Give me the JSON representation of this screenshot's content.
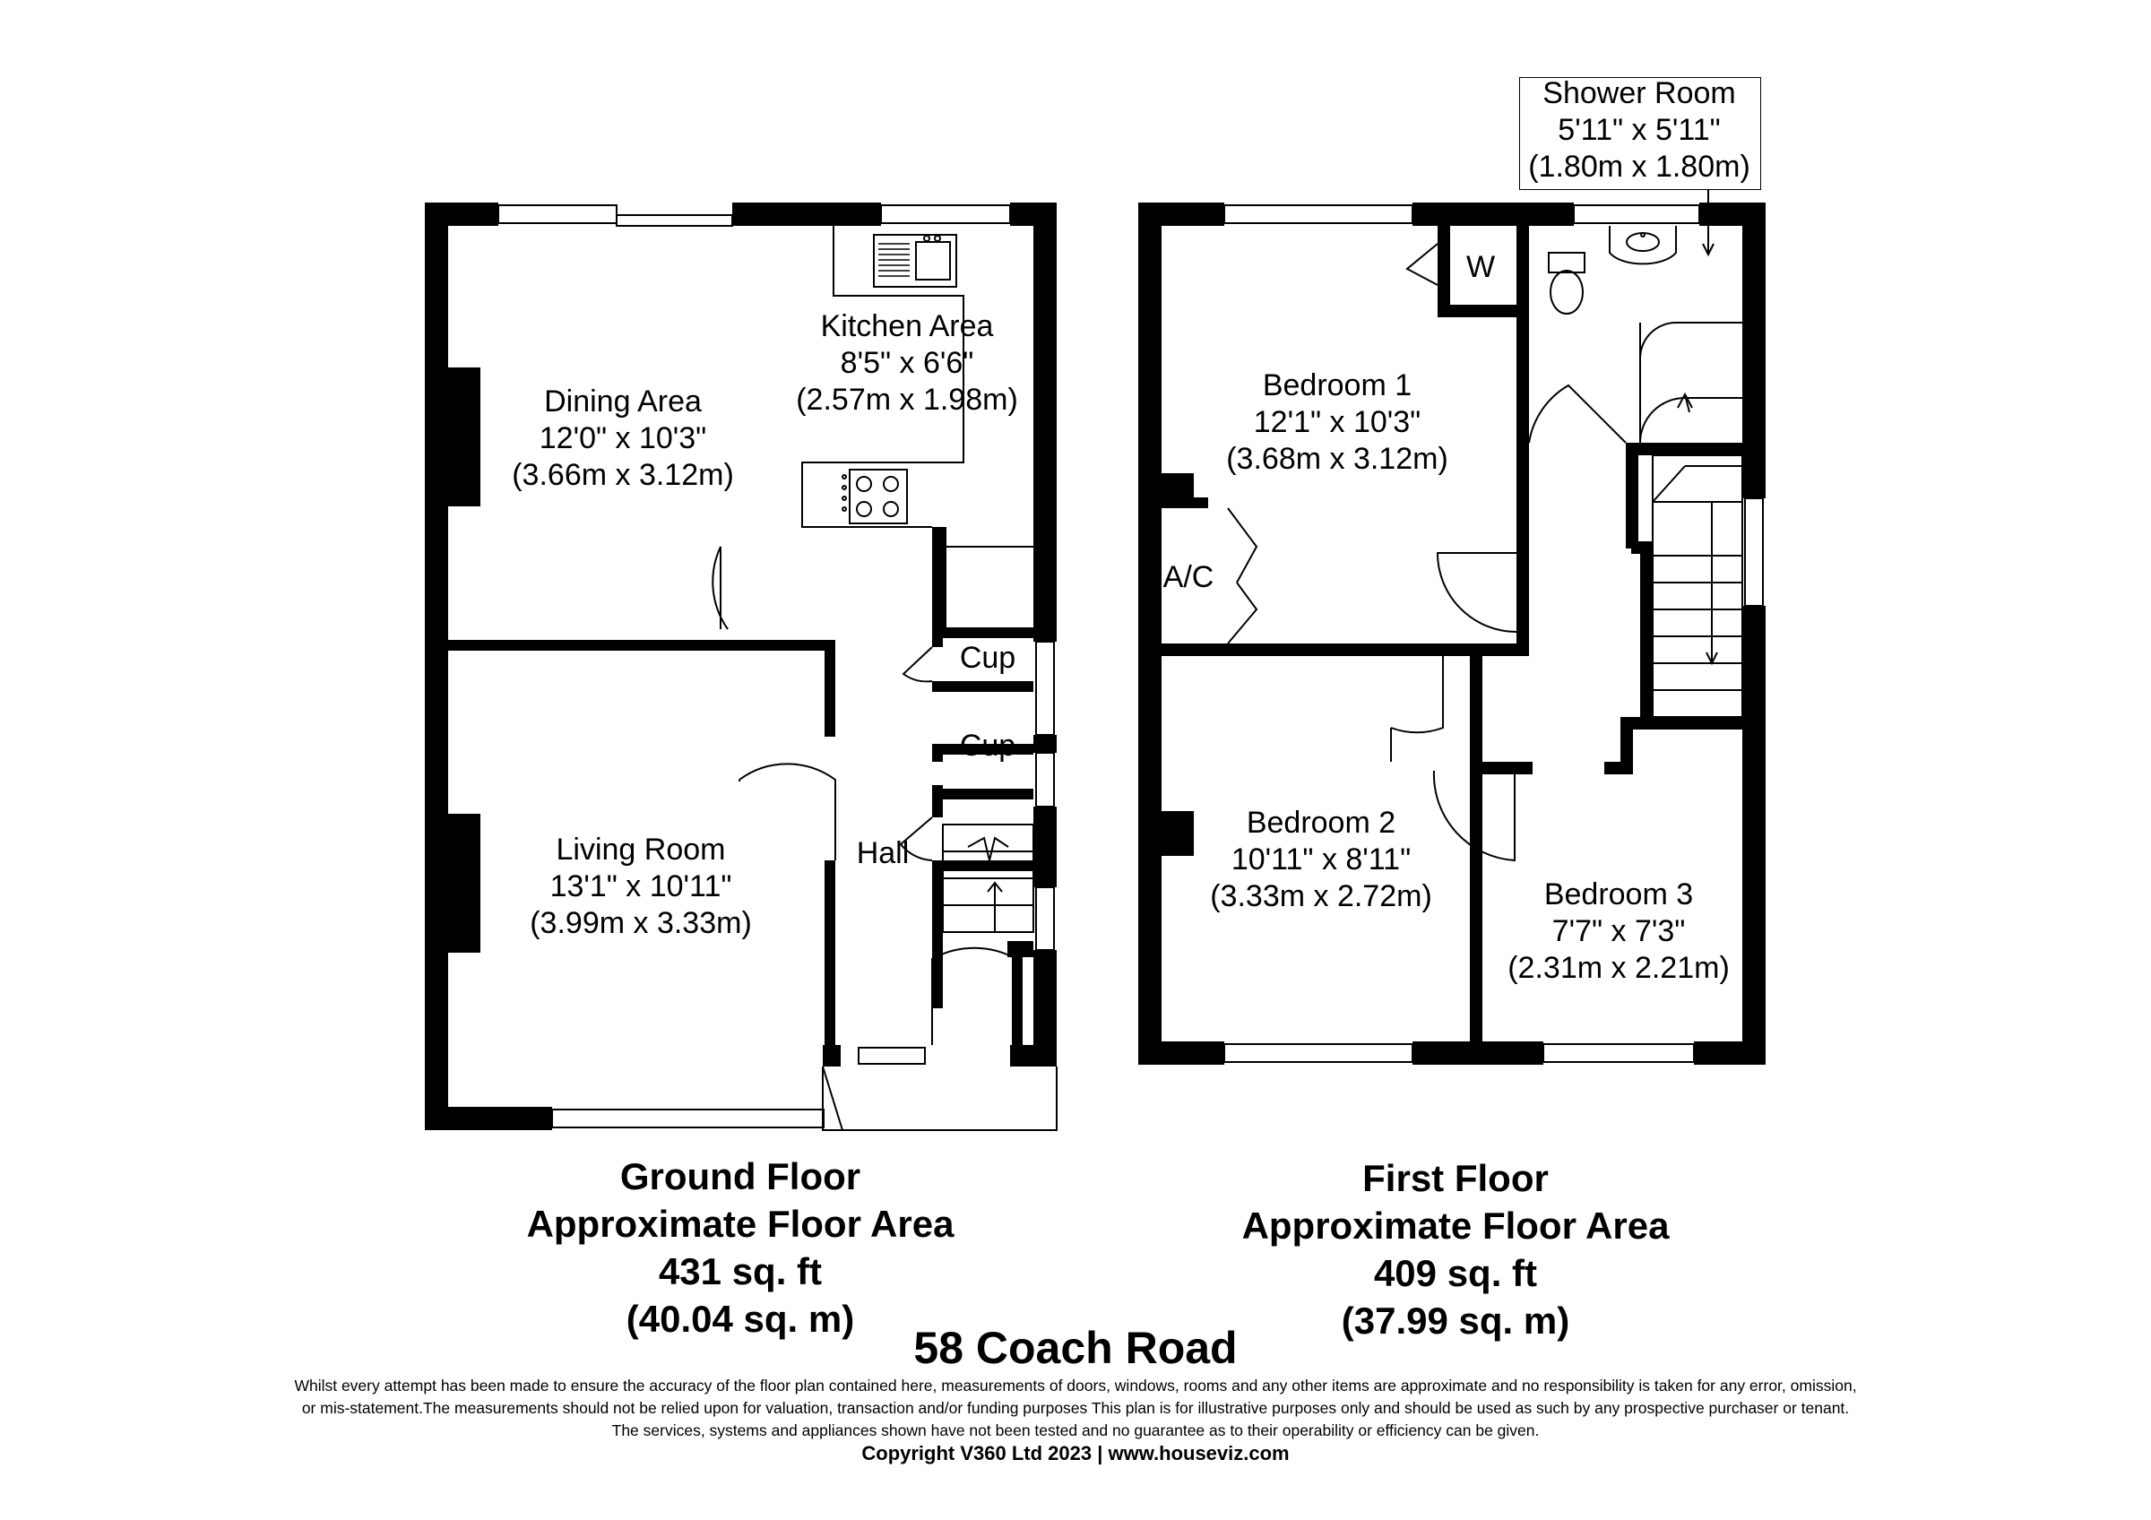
{
  "rooms": {
    "dining": {
      "name": "Dining Area",
      "imperial": "12'0\" x 10'3\"",
      "metric": "(3.66m x 3.12m)"
    },
    "kitchen": {
      "name": "Kitchen Area",
      "imperial": "8'5\" x 6'6\"",
      "metric": "(2.57m x 1.98m)"
    },
    "living": {
      "name": "Living Room",
      "imperial": "13'1\" x 10'11\"",
      "metric": "(3.99m x 3.33m)"
    },
    "hall": {
      "name": "Hall"
    },
    "cup1": {
      "name": "Cup"
    },
    "cup2": {
      "name": "Cup"
    },
    "bedroom1": {
      "name": "Bedroom 1",
      "imperial": "12'1\" x 10'3\"",
      "metric": "(3.68m x 3.12m)"
    },
    "bedroom2": {
      "name": "Bedroom 2",
      "imperial": "10'11\" x 8'11\"",
      "metric": "(3.33m x 2.72m)"
    },
    "bedroom3": {
      "name": "Bedroom 3",
      "imperial": "7'7\" x 7'3\"",
      "metric": "(2.31m x 2.21m)"
    },
    "shower": {
      "name": "Shower Room",
      "imperial": "5'11\" x 5'11\"",
      "metric": "(1.80m x 1.80m)"
    },
    "wardrobe": {
      "name": "W"
    },
    "airing": {
      "name": "A/C"
    }
  },
  "floors": {
    "ground": {
      "name": "Ground Floor",
      "label": "Approximate Floor Area",
      "sqft": "431 sq. ft",
      "sqm": "(40.04 sq. m)"
    },
    "first": {
      "name": "First Floor",
      "label": "Approximate Floor Area",
      "sqft": "409 sq. ft",
      "sqm": "(37.99 sq. m)"
    }
  },
  "property": {
    "address": "58 Coach Road"
  },
  "disclaimer": {
    "line1": "Whilst every attempt has been made to ensure the accuracy of the floor plan contained here, measurements of doors, windows, rooms and any other items are approximate and no responsibility is taken for any error, omission,",
    "line2": "or mis-statement.The measurements should not be relied upon for valuation, transaction and/or funding purposes This plan is for illustrative purposes only and should be used as such by any prospective purchaser or tenant.",
    "line3": "The services, systems and appliances shown have not been tested and no guarantee as to their operability or efficiency can be given.",
    "copyright": "Copyright V360 Ltd 2023 | www.houseviz.com"
  }
}
